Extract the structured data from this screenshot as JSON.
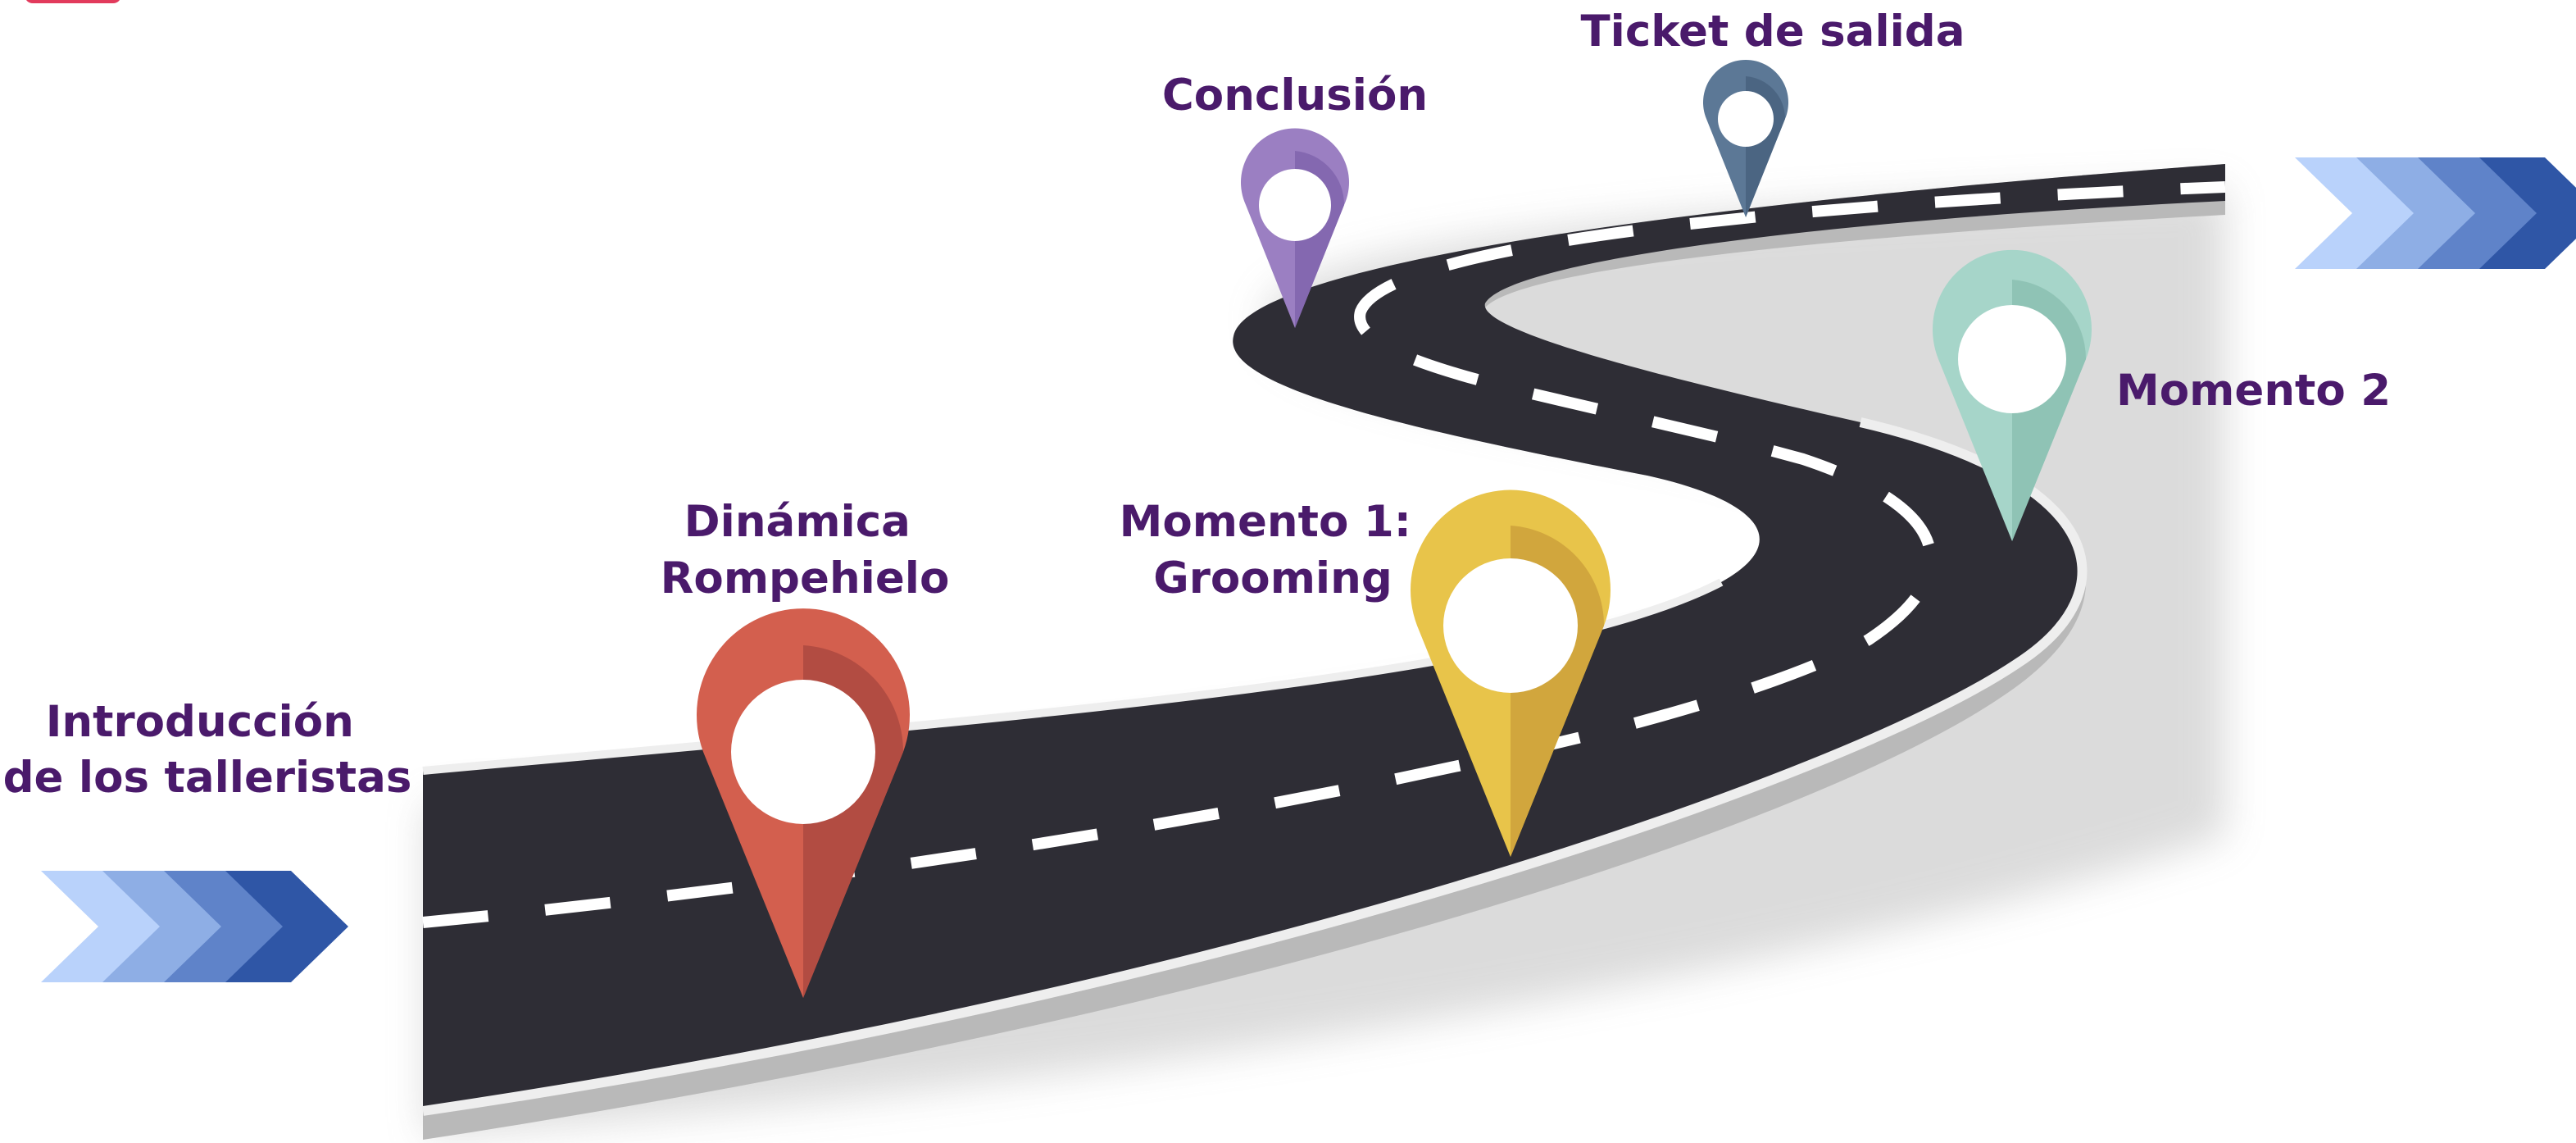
{
  "roadmap": {
    "milestones": [
      {
        "id": "intro",
        "lines": [
          "Introducción",
          "de los talleristas"
        ],
        "pin_color": null
      },
      {
        "id": "dinamica",
        "lines": [
          "Dinámica",
          "Rompehielo"
        ],
        "pin_color": "#d35f4e"
      },
      {
        "id": "momento1",
        "lines": [
          "Momento 1:",
          "Grooming"
        ],
        "pin_color": "#e8c44a"
      },
      {
        "id": "momento2",
        "lines": [
          "Momento 2"
        ],
        "pin_color": "#a6d5c9"
      },
      {
        "id": "conclusion",
        "lines": [
          "Conclusión"
        ],
        "pin_color": "#9b7fc2"
      },
      {
        "id": "ticket",
        "lines": [
          "Ticket de salida"
        ],
        "pin_color": "#5c7896"
      }
    ],
    "colors": {
      "road": "#2e2d35",
      "road_edge": "#b9b9b9",
      "label_text": "#4a1a6b",
      "chevrons": [
        "#b9d2fb",
        "#8eaee5",
        "#5f83c9",
        "#2f56a6"
      ],
      "corner_accent": "#e23a5c"
    },
    "icons": [
      "map-pin-icon",
      "chevron-arrow-icon"
    ]
  }
}
